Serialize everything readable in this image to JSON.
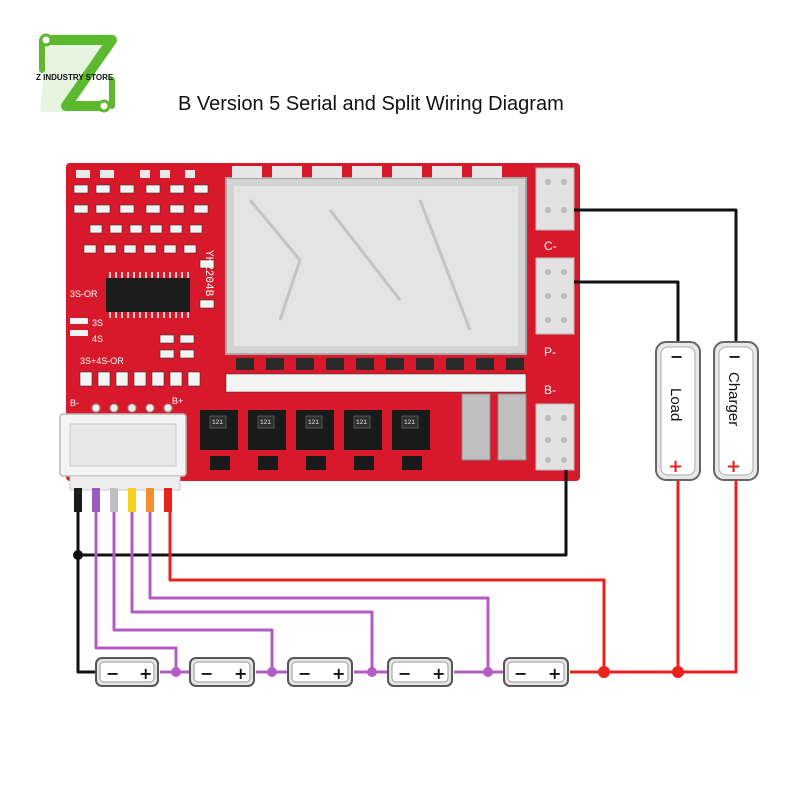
{
  "brand": {
    "logo_letter": "Z",
    "name": "Z INDUSTRY STORE",
    "accent": "#5cb82e"
  },
  "title": "B Version 5 Serial and Split Wiring Diagram",
  "board": {
    "model": "YH2204B",
    "labels": {
      "c_minus": "C-",
      "p_minus": "P-",
      "b_minus_right": "B-",
      "b_minus_left": "B-",
      "b_plus": "B+",
      "opt_3s_or": "3S-OR",
      "opt_3s": "3S",
      "opt_4s": "4S",
      "opt_3s4s_or": "3S+4S-OR"
    },
    "chip_marking": "121",
    "colors": {
      "pcb": "#d8192b",
      "shield": "#d4d4d4"
    }
  },
  "load": {
    "label": "Load",
    "minus": "−",
    "plus": "+"
  },
  "charger": {
    "label": "Charger",
    "minus": "−",
    "plus": "+"
  },
  "battery": {
    "minus": "−",
    "plus": "+",
    "count": 5
  },
  "wire_colors": {
    "black": "#111111",
    "red": "#e8211f",
    "purple": "#b45cc6"
  }
}
